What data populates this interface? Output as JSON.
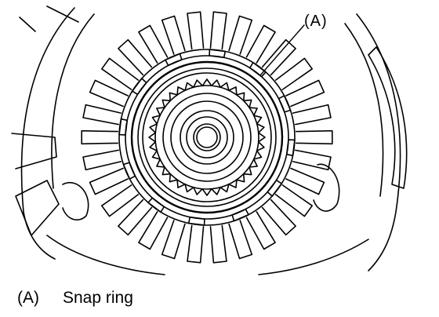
{
  "callout": {
    "label": "(A)"
  },
  "legend": {
    "items": [
      {
        "key": "(A)",
        "text": "Snap ring"
      }
    ]
  }
}
